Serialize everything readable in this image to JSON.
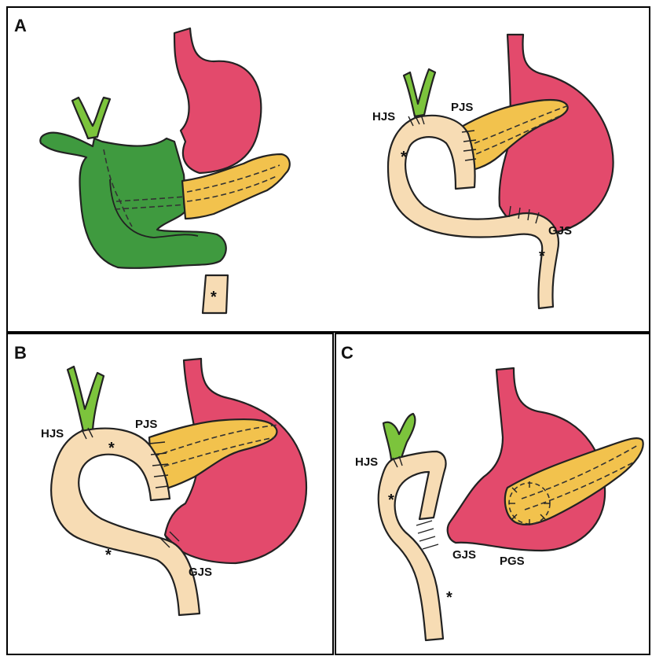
{
  "colors": {
    "stomach": "#e34a6c",
    "pancreas": "#f2c24d",
    "jejunum": "#f7dcb4",
    "duodenum_green": "#3f9a3f",
    "bile_duct_green": "#7cc43c",
    "outline": "#222222"
  },
  "panels": [
    {
      "id": "A",
      "label": "A",
      "annotations": [
        "HJS",
        "PJS",
        "GJS"
      ],
      "stars": [
        "*",
        "*",
        "*"
      ]
    },
    {
      "id": "B",
      "label": "B",
      "annotations": [
        "HJS",
        "PJS",
        "GJS"
      ],
      "stars": [
        "*",
        "*"
      ]
    },
    {
      "id": "C",
      "label": "C",
      "annotations": [
        "HJS",
        "GJS",
        "PGS"
      ],
      "stars": [
        "*",
        "*"
      ]
    }
  ]
}
